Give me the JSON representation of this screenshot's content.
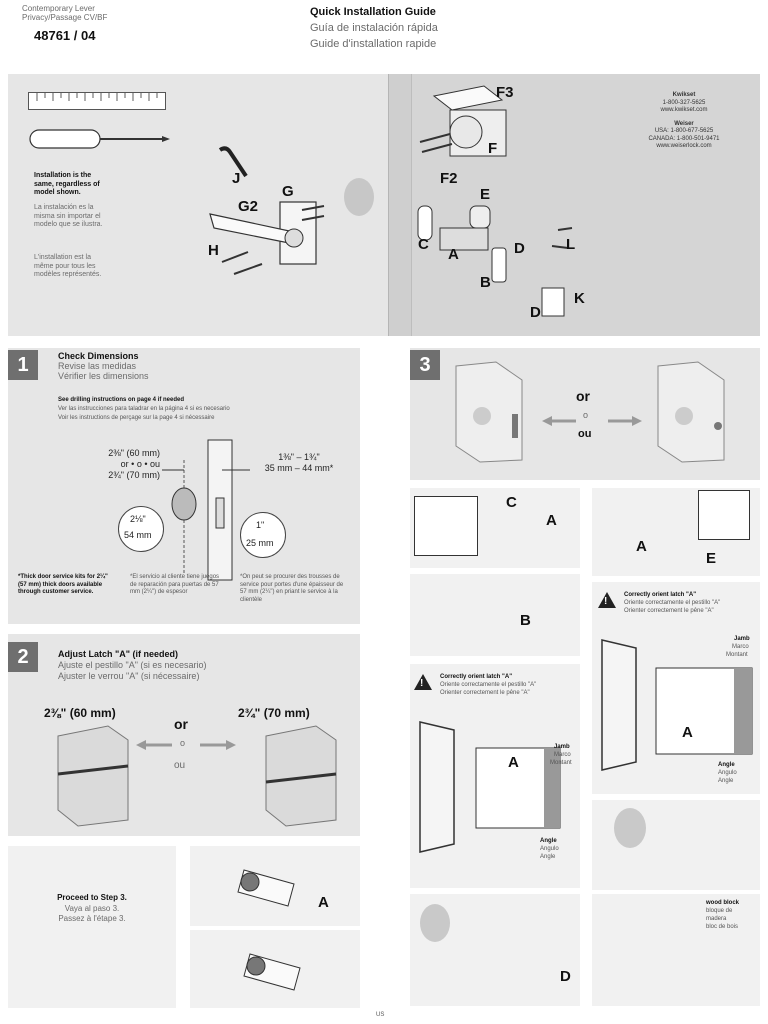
{
  "header": {
    "model_line1": "Contemporary Lever",
    "model_line2": "Privacy/Passage CV/BF",
    "model_number": "48761 / 04",
    "title_en": "Quick Installation Guide",
    "title_es": "Guía de instalación rápida",
    "title_fr": "Guide d'installation rapide"
  },
  "parts": {
    "note_en": "Installation is the same, regardless of model shown.",
    "note_es": "La instalación es la misma sin importar el modelo que se ilustra.",
    "note_fr": "L'installation est la même pour tous les modèles représentés.",
    "labels": {
      "J": "J",
      "G": "G",
      "G2": "G2",
      "H": "H",
      "F3": "F3",
      "F": "F",
      "F2": "F2",
      "E": "E",
      "C": "C",
      "A": "A",
      "D": "D",
      "L": "L",
      "B": "B",
      "D2": "D",
      "K": "K"
    },
    "contact": {
      "brand1": "Kwikset",
      "phone1": "1-800-327-5625",
      "web1": "www.kwikset.com",
      "brand2": "Weiser",
      "usa": "USA: 1-800-677-5625",
      "canada": "CANADA: 1-800-501-9471",
      "web2": "www.weiserlock.com"
    }
  },
  "step1": {
    "num": "1",
    "title_en": "Check Dimensions",
    "title_es": "Revise las medidas",
    "title_fr": "Vérifier les dimensions",
    "note_en": "See drilling instructions on page 4 if needed",
    "note_es": "Ver las instrucciones para taladrar en la página 4 si es necesario",
    "note_fr": "Voir les instructions de perçage sur la page 4 si nécessaire",
    "backset_a": "2⅜\" (60 mm)",
    "backset_or": "or • o • ou",
    "backset_b": "2¾\" (70 mm)",
    "thickness_in": "1⅜\" – 1¾\"",
    "thickness_mm": "35 mm – 44 mm*",
    "bore_in": "2⅛\"",
    "bore_mm": "54 mm",
    "edge_in": "1\"",
    "edge_mm": "25 mm",
    "foot_en": "*Thick door service kits for 2¼\" (57 mm) thick doors available through customer service.",
    "foot_es": "*El servicio al cliente tiene juegos de reparación para puertas de 57 mm (2¼\") de espesor",
    "foot_fr": "*On peut se procurer des trousses de service pour portes d'une épaisseur de 57 mm (2¼\") en priant le service à la clientèle"
  },
  "step2": {
    "num": "2",
    "title_en": "Adjust Latch \"A\" (if needed)",
    "title_es": "Ajuste el pestillo \"A\" (si es necesario)",
    "title_fr": "Ajuster le verrou \"A\" (si nécessaire)",
    "opt_a": "2⅜\" (60 mm)",
    "opt_b": "2¾\" (70 mm)",
    "or_en": "or",
    "or_es": "o",
    "or_fr": "ou",
    "proceed_en": "Proceed to Step 3.",
    "proceed_es": "Vaya al paso 3.",
    "proceed_fr": "Passez à l'étape 3.",
    "label_a": "A"
  },
  "step3": {
    "num": "3",
    "or_en": "or",
    "or_es": "o",
    "or_fr": "ou",
    "orient_en": "Correctly orient latch \"A\"",
    "orient_es": "Oriente correctamente el pestillo \"A\"",
    "orient_fr": "Orienter correctement le pêne \"A\"",
    "jamb_en": "Jamb",
    "jamb_es": "Marco",
    "jamb_fr": "Montant",
    "angle_en": "Angle",
    "angle_es": "Angulo",
    "angle_fr": "Angle",
    "wood_en": "wood block",
    "wood_es": "bloque de madera",
    "wood_fr": "bloc de bois",
    "labels": {
      "A": "A",
      "B": "B",
      "C": "C",
      "D": "D",
      "E": "E"
    }
  },
  "footer": {
    "page": "US"
  }
}
